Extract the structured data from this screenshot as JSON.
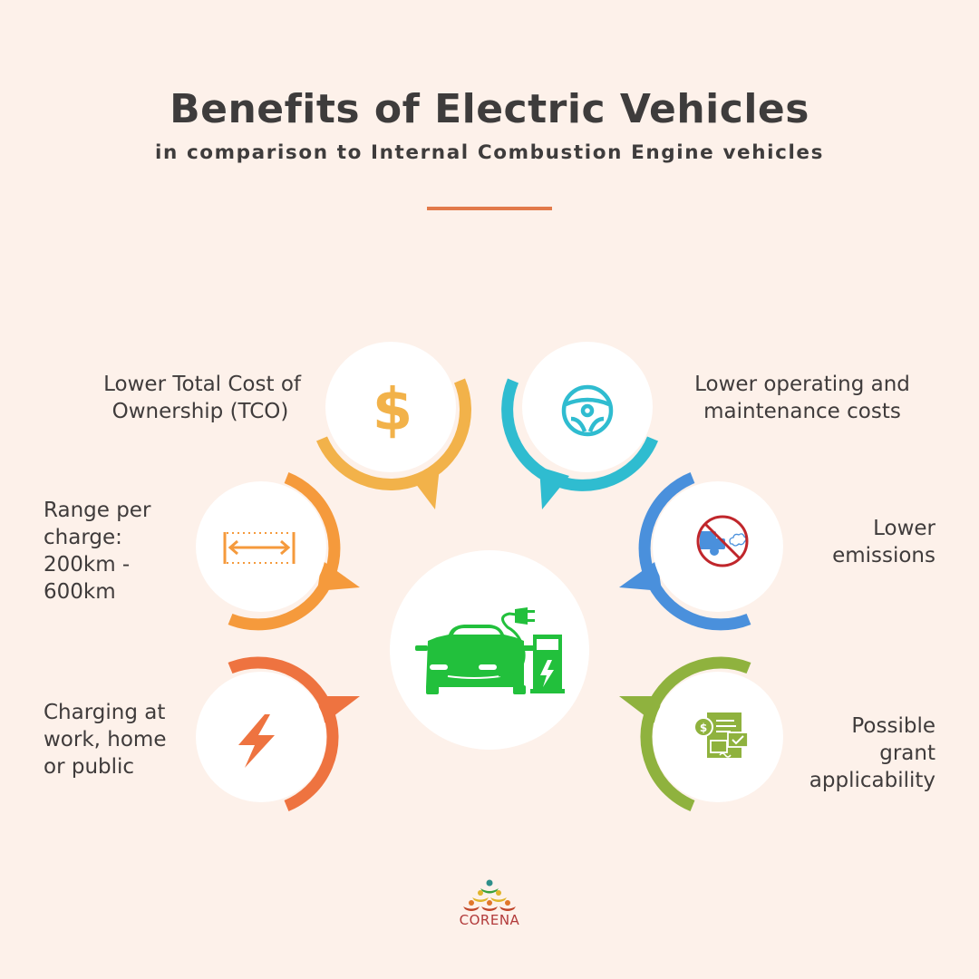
{
  "header": {
    "title": "Benefits of Electric Vehicles",
    "subtitle": "in comparison to Internal Combustion Engine vehicles",
    "divider_color": "#e27a4a"
  },
  "center": {
    "icon": "ev-charging-station-icon",
    "color": "#22c03c"
  },
  "benefits": [
    {
      "label": "Lower Total Cost of Ownership (TCO)",
      "lines": [
        "Lower Total Cost of",
        "Ownership (TCO)"
      ],
      "icon": "dollar-icon",
      "color": "#f2b24a"
    },
    {
      "label": "Lower operating and maintenance costs",
      "lines": [
        "Lower operating and",
        "maintenance costs"
      ],
      "icon": "steering-wheel-icon",
      "color": "#2fbcd0"
    },
    {
      "label": "Range per charge: 200km - 600km",
      "lines": [
        "Range per",
        "charge:",
        "200km -",
        "600km"
      ],
      "icon": "range-arrow-icon",
      "color": "#f59a3c"
    },
    {
      "label": "Lower emissions",
      "lines": [
        "Lower",
        "emissions"
      ],
      "icon": "no-emissions-icon",
      "color": "#4a90dc"
    },
    {
      "label": "Charging at work, home or public",
      "lines": [
        "Charging at",
        "work, home",
        "or public"
      ],
      "icon": "lightning-bolt-icon",
      "color": "#ee7340"
    },
    {
      "label": "Possible grant applicability",
      "lines": [
        "Possible",
        "grant",
        "applicability"
      ],
      "icon": "grant-document-icon",
      "color": "#8fb23e"
    }
  ],
  "footer": {
    "logo_text": "CORENA",
    "logo_color": "#b23a3a"
  }
}
